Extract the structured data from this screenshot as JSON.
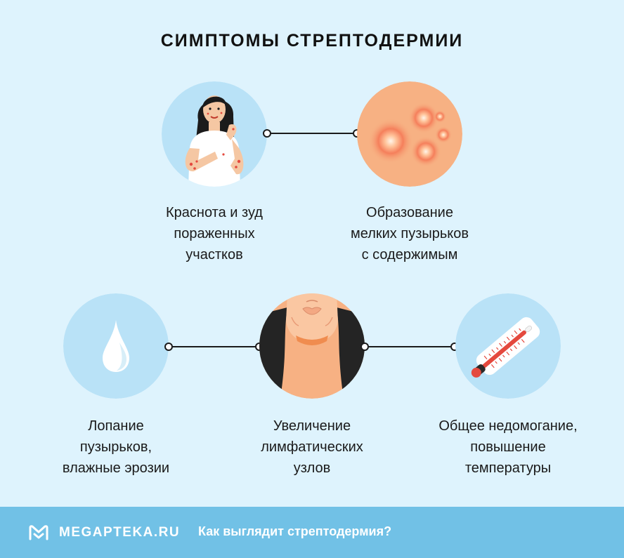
{
  "title": "СИМПТОМЫ СТРЕПТОДЕРМИИ",
  "symptoms": [
    {
      "lines": [
        "Краснота и зуд",
        "пораженных",
        "участков"
      ],
      "icon": "woman-scratching-icon"
    },
    {
      "lines": [
        "Образование",
        "мелких пузырьков",
        "с содержимым"
      ],
      "icon": "skin-blisters-icon"
    },
    {
      "lines": [
        "Лопание",
        "пузырьков,",
        "влажные эрозии"
      ],
      "icon": "water-drop-icon"
    },
    {
      "lines": [
        "Увеличение",
        "лимфатических",
        "узлов"
      ],
      "icon": "neck-lymph-nodes-icon"
    },
    {
      "lines": [
        "Общее недомогание,",
        "повышение",
        "температуры"
      ],
      "icon": "thermometer-icon"
    }
  ],
  "footer": {
    "brand": "MEGAPTEKA.RU",
    "link": "Как выглядит стрептодермия?"
  },
  "colors": {
    "background": "#def3fd",
    "circle": "#b9e2f7",
    "skin": "#f7b183",
    "footer": "#71c1e6",
    "accent": "#e4493e"
  }
}
